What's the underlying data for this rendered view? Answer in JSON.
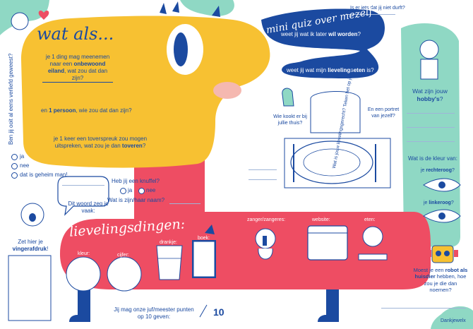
{
  "colors": {
    "yellow": "#f7c132",
    "red": "#ee4d63",
    "blue": "#1b4aa0",
    "mint": "#8fd8c4",
    "pink": "#f5b8b0"
  },
  "header": {
    "top_question": "Is er iets dat jij niet durft?"
  },
  "left_column": {
    "vertical_question": "Ben jij ooit al eens verliefd geweest?",
    "options": [
      "ja",
      "nee",
      "dat is geheim man!"
    ]
  },
  "wat_als": {
    "title": "wat als...",
    "q1_part1": "je 1 ding mag meenemen naar een ",
    "q1_bold": "onbewoond eiland",
    "q1_part2": ", wat zou dat dan zijn?",
    "q2_part1": "en ",
    "q2_bold": "1 persoon",
    "q2_part2": ", wie zou dat dan zijn?",
    "q3_part1": "je 1 keer een toverspreuk zou mogen uitspreken, wat zou je dan ",
    "q3_bold": "toveren",
    "q3_part2": "?"
  },
  "mini_quiz": {
    "title": "mini quiz over mezelf",
    "q1_part1": "weet jij wat ik later ",
    "q1_bold": "wil worden",
    "q1_part2": "?",
    "q2_part1": "weet jij wat mijn ",
    "q2_bold": "lievelingseten",
    "q2_part2": " is?",
    "who_cooks": "Wie kookt er bij jullie thuis?",
    "portrait": "En een portret van jezelf?",
    "vertical_plate": "Wat is jouw lievelingsgerecht? Teken het op je bord!"
  },
  "knuffel": {
    "question": "Heb jij een knuffel?",
    "options": [
      "ja",
      "nee"
    ],
    "name_question": "Wat is zijn/haar naam?"
  },
  "speech": {
    "label": "Dit woord zeg je vaak:"
  },
  "fingerprint": {
    "label_part1": "Zet hier je ",
    "label_bold": "vingerafdruk",
    "label_part2": "!"
  },
  "lievelings": {
    "title": "lievelingsdingen:",
    "items": [
      "kleur:",
      "cijfer:",
      "drankje:",
      "boek:",
      "zanger/zangeres:",
      "website:",
      "eten:"
    ]
  },
  "grade": {
    "label_part1": "Jij mag onze juf/meester punten op 10 geven:",
    "denominator": "10"
  },
  "hobbies": {
    "question_part1": "Wat zijn jouw ",
    "question_bold": "hobby's",
    "question_part2": "?"
  },
  "eye_color": {
    "question": "Wat is de kleur van:",
    "right_part1": "je ",
    "right_bold": "rechteroog",
    "right_part2": "?",
    "left_part1": "je ",
    "left_bold": "linkeroog",
    "left_part2": "?"
  },
  "robot": {
    "question_part1": "Moest je een ",
    "question_bold": "robot als huisdier",
    "question_part2": " hebben, hoe zou je die dan noemen?"
  },
  "brand": {
    "name": "Dankjewelx"
  }
}
